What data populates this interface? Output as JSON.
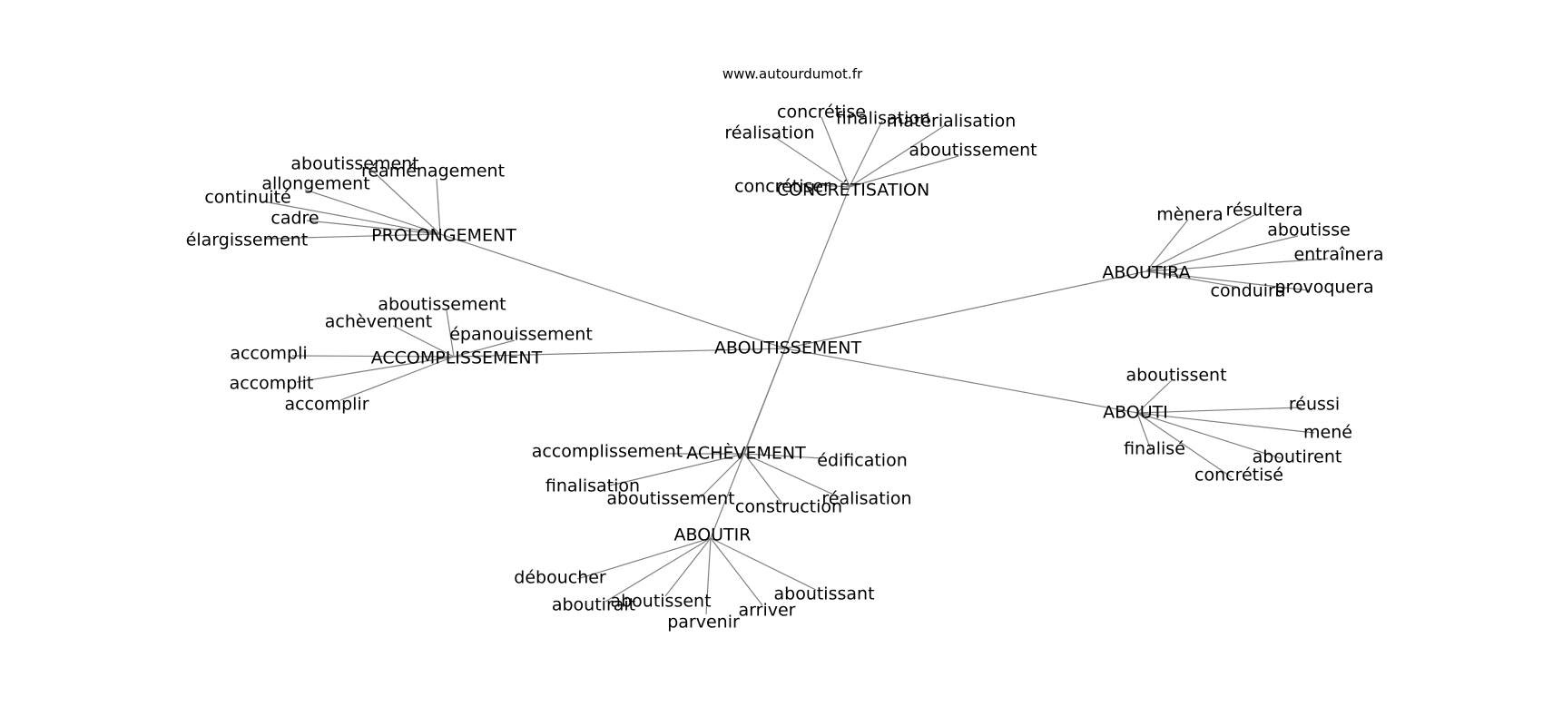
{
  "source": "www.autourdumot.fr",
  "center": "ABOUTISSEMENT",
  "groups": [
    {
      "hub": "PROLONGEMENT",
      "leaves": [
        "aboutissement",
        "réaménagement",
        "allongement",
        "continuité",
        "cadre",
        "élargissement"
      ]
    },
    {
      "hub": "CONCRÉTISATION",
      "leaves": [
        "concrétise",
        "finalisation",
        "matérialisation",
        "réalisation",
        "aboutissement",
        "concrétiser"
      ]
    },
    {
      "hub": "ABOUTIRA",
      "leaves": [
        "mènera",
        "résultera",
        "aboutisse",
        "entraînera",
        "conduira",
        "provoquera"
      ]
    },
    {
      "hub": "ACCOMPLISSEMENT",
      "leaves": [
        "aboutissement",
        "achèvement",
        "épanouissement",
        "accompli",
        "accomplit",
        "accomplir"
      ]
    },
    {
      "hub": "ABOUTI",
      "leaves": [
        "aboutissent",
        "réussi",
        "mené",
        "finalisé",
        "aboutirent",
        "concrétisé"
      ]
    },
    {
      "hub": "ACHÈVEMENT",
      "leaves": [
        "accomplissement",
        "édification",
        "finalisation",
        "aboutissement",
        "construction",
        "réalisation"
      ]
    },
    {
      "hub": "ABOUTIR",
      "leaves": [
        "déboucher",
        "aboutirait",
        "aboutissent",
        "parvenir",
        "arriver",
        "aboutissant"
      ]
    }
  ]
}
